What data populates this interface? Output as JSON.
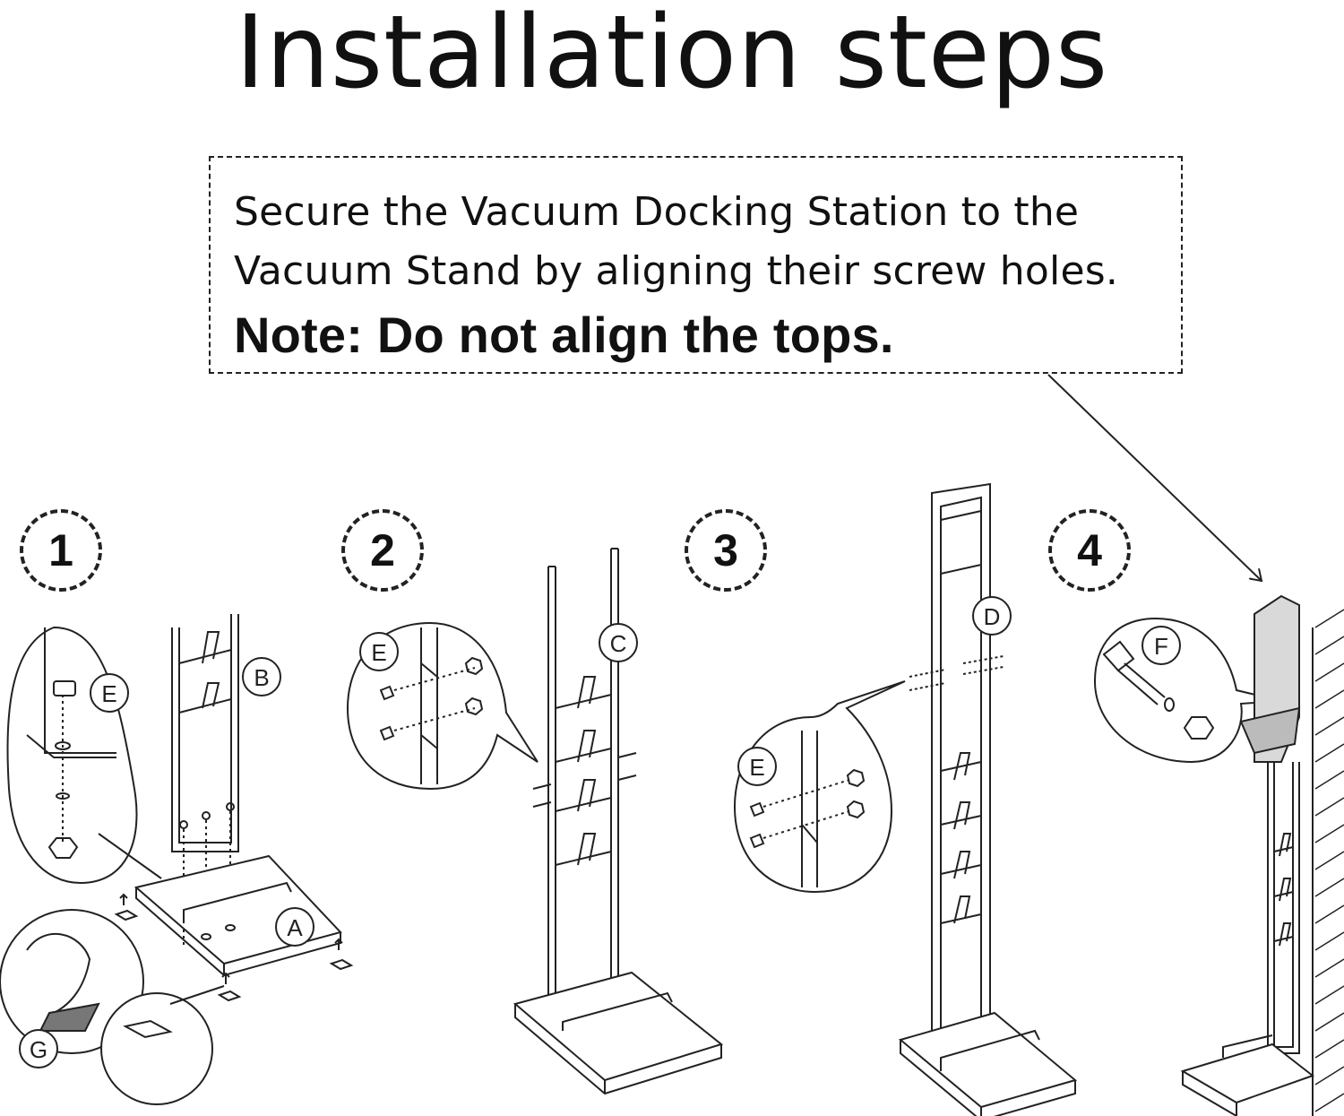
{
  "title": "Installation steps",
  "note": {
    "line1": "Secure the Vacuum Docking Station to the",
    "line2": "Vacuum Stand by aligning their screw holes.",
    "bold": "Note: Do not align the tops."
  },
  "steps": [
    "1",
    "2",
    "3",
    "4"
  ],
  "part_labels": {
    "A": "A",
    "B": "B",
    "C": "C",
    "D": "D",
    "E1": "E",
    "E2": "E",
    "E3": "E",
    "F": "F",
    "G": "G"
  }
}
